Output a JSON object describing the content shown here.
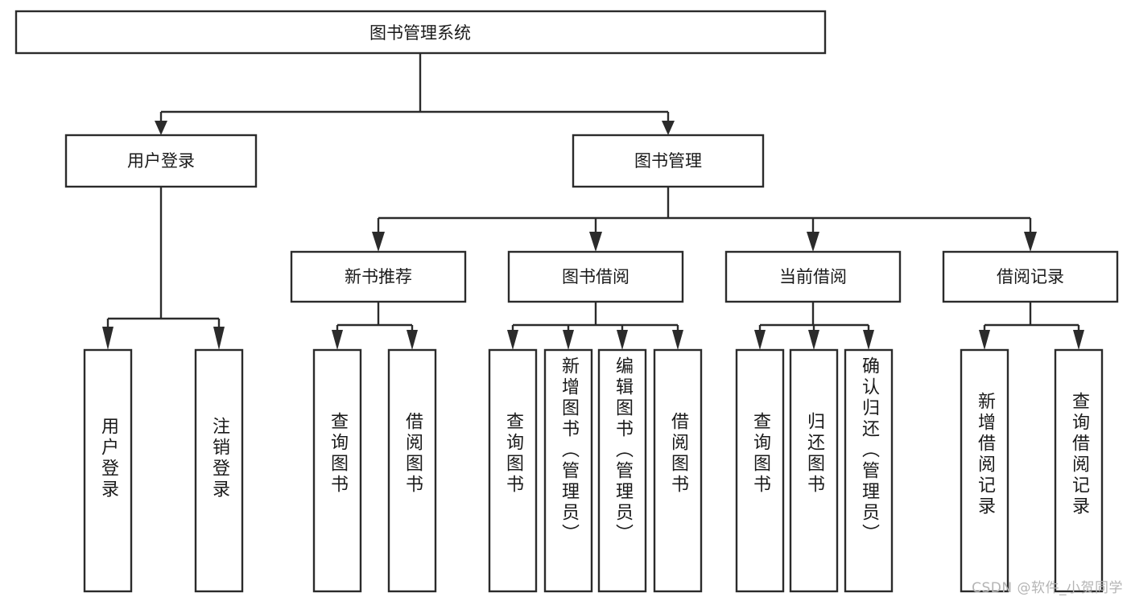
{
  "diagram": {
    "type": "tree",
    "title": "图书管理系统",
    "watermark": "CSDN @软件_小贺同学",
    "colors": {
      "stroke": "#2b2b2b",
      "fill": "#ffffff",
      "text": "#1a1a1a",
      "watermark": "#b4b4b4"
    },
    "root": {
      "label": "图书管理系统"
    },
    "level2": [
      {
        "label": "用户登录"
      },
      {
        "label": "图书管理"
      }
    ],
    "level3": [
      {
        "label": "新书推荐"
      },
      {
        "label": "图书借阅"
      },
      {
        "label": "当前借阅"
      },
      {
        "label": "借阅记录"
      }
    ],
    "leaves": {
      "user_login": [
        {
          "label": "用户登录"
        },
        {
          "label": "注销登录"
        }
      ],
      "new_book": [
        {
          "label": "查询图书"
        },
        {
          "label": "借阅图书"
        }
      ],
      "book_borrow": [
        {
          "label": "查询图书"
        },
        {
          "label": "新增图书（管理员）"
        },
        {
          "label": "编辑图书（管理员）"
        },
        {
          "label": "借阅图书"
        }
      ],
      "current_borrow": [
        {
          "label": "查询图书"
        },
        {
          "label": "归还图书"
        },
        {
          "label": "确认归还（管理员）"
        }
      ],
      "borrow_record": [
        {
          "label": "新增借阅记录"
        },
        {
          "label": "查询借阅记录"
        }
      ]
    }
  }
}
